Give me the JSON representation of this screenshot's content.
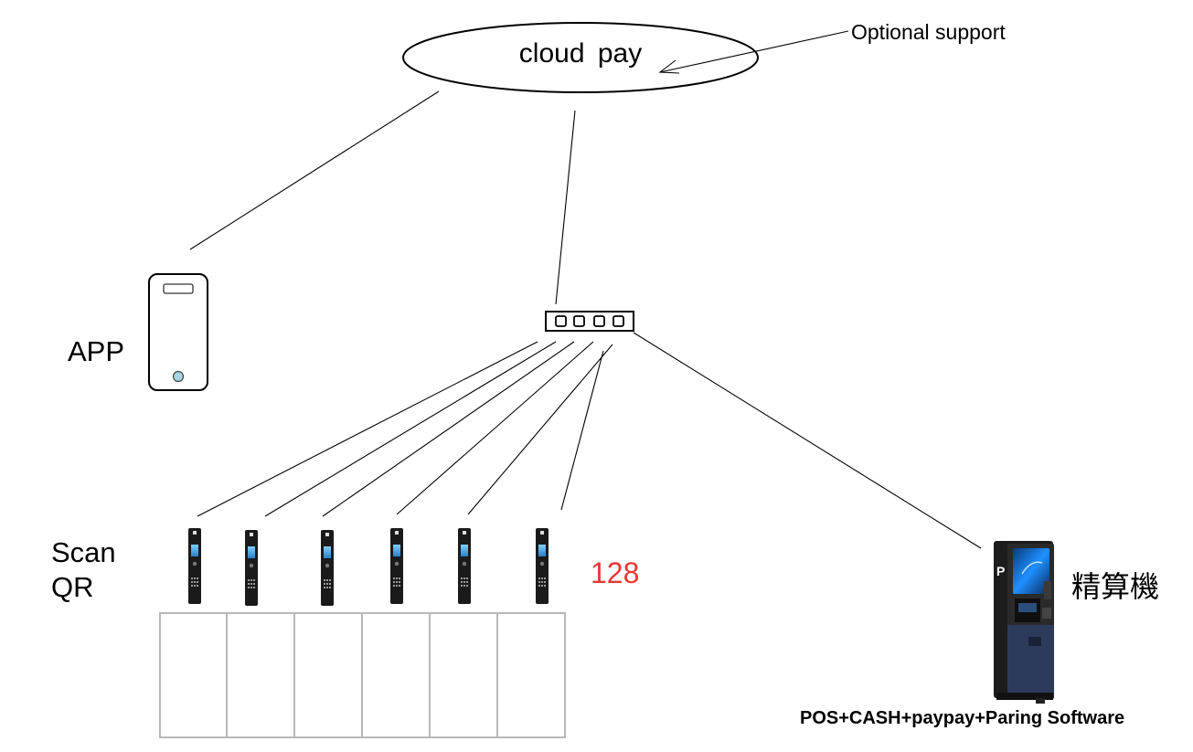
{
  "cloud": {
    "label": "cloud  pay"
  },
  "annotation": {
    "label": "Optional support"
  },
  "app": {
    "label": "APP"
  },
  "scanner": {
    "label_line1": "Scan",
    "label_line2": "QR",
    "count": "128",
    "count_color": "#e53935"
  },
  "kiosk": {
    "label": "精算機",
    "caption": "POS+CASH+paypay+Paring Software",
    "accent_color": "#2d3a5c"
  },
  "switch": {
    "ports": 4
  },
  "lockers": {
    "columns": 6
  },
  "icons": [
    "cloud-node",
    "network-switch-icon",
    "smartphone-icon",
    "qr-scanner-icon",
    "payment-kiosk-icon",
    "locker-bank"
  ]
}
